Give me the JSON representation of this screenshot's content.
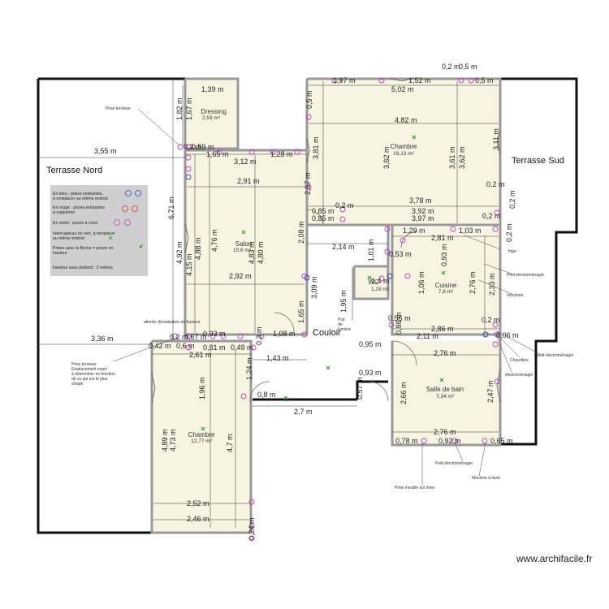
{
  "labels": {
    "terrasse_nord": "Terrasse Nord",
    "terrasse_sud": "Terrasse Sud",
    "couloir": "Couloir",
    "watermark": "www.archifacile.fr"
  },
  "rooms": {
    "dressing": {
      "name": "Dressing",
      "area": "2,59 m²"
    },
    "chambre1": {
      "name": "Chambre",
      "area": "19,13 m²"
    },
    "salon": {
      "name": "Salon",
      "area": "15,6 m²"
    },
    "wc": {
      "name": "WC",
      "area": "1,29 m²"
    },
    "cuisine": {
      "name": "Cuisine",
      "area": "7,8 m²"
    },
    "sdb": {
      "name": "Salle de bain",
      "area": "7,34 m²"
    },
    "chambre2": {
      "name": "Chambre",
      "area": "12,77 m²"
    }
  },
  "legend": {
    "bleu": [
      "En bleu : prises existantes,",
      "à remplacer au même endroit"
    ],
    "rouge": [
      "En rouge : prises existantes",
      "à supprimer"
    ],
    "violet": [
      "En violet : prises à créer"
    ],
    "vert": [
      "Interrupteurs en vert, à remplacer",
      "au même endroit"
    ],
    "fleche": [
      "Prises avec la flèche = prises en",
      "hauteur"
    ],
    "hauteur": [
      "Hauteur sous plafond : 3 mètres"
    ]
  },
  "notes": {
    "prise_terrasse_top": "Prise terrasse",
    "prise_terrasse_bottom": [
      "Prise terrasse",
      "Emplacement exact",
      "à déterminer en fonction",
      "de ce qui est le  plus",
      "simple"
    ],
    "attente_clim": "attente climatisation en hauteur",
    "puit": [
      "Puit",
      "de",
      "lumière"
    ],
    "frigo": "frigo",
    "petit_electro_1": "Petit électroménager",
    "induction": "Induction",
    "petit_electro_2": "petit électroménager",
    "chaudiere": "Chaudière",
    "electromenager": "électroménager",
    "petit_electro_3": "Petit électroménager",
    "prise_meuble": "Prise meuble sur évier",
    "machine": "Machine à laver"
  },
  "dimensions": {
    "d_139": "1,39 m",
    "d_182": "1,82 m",
    "d_167": "1,67 m",
    "d_059": "0,59 m",
    "d_165": "1,65 m",
    "d_128": "1,28 m",
    "d_355": "3,55 m",
    "d_312": "3,12 m",
    "d_291": "2,91 m",
    "d_671": "6,71 m",
    "d_492": "4,92 m",
    "d_476": "4,76 m",
    "d_415": "4,15 m",
    "d_488": "4,88 m",
    "d_483": "4,83 m",
    "d_480": "4,80 m",
    "d_292": "2,92 m",
    "d_208": "2,08 m",
    "d_309": "3,09 m",
    "d_165b": "1,65 m",
    "d_336": "3,36 m",
    "d_067": "0,67 m",
    "d_093": "0,93 m",
    "d_108": "1,08 m",
    "d_042": "0,42 m",
    "d_06": "0,6 m",
    "d_081": "0,81 m",
    "d_049": "0,49 m",
    "d_261": "2,61 m",
    "d_143": "1,43 m",
    "d_124": "1,24 m",
    "d_08": "0,8 m",
    "d_196": "1,96 m",
    "d_27": "2,7 m",
    "d_489": "4,89 m",
    "d_473": "4,73 m",
    "d_47": "4,7 m",
    "d_252": "2,52 m",
    "d_246": "2,46 m",
    "d_197": "1,97 m",
    "d_152": "1,52 m",
    "d_502": "5,02 m",
    "d_482": "4,82 m",
    "d_381": "3,81 m",
    "d_362": "3,62 m",
    "d_361": "3,61 m",
    "d_362b": "3,62 m",
    "d_311": "3,11 m",
    "d_378": "3,78 m",
    "d_392": "3,92 m",
    "d_397": "3,97 m",
    "d_085": "0,85 m",
    "d_085b": "0,85 m",
    "d_257": "2,57 m",
    "d_214": "2,14 m",
    "d_129": "1,29 m",
    "d_281": "2,81 m",
    "d_103": "1,03 m",
    "d_101": "1,01 m",
    "d_053": "0,53 m",
    "d_093b": "0,93 m",
    "d_106": "1,06 m",
    "d_14": "1,4 m",
    "d_195": "1,95 m",
    "d_276": "2,76 m",
    "d_233": "2,33 m",
    "d_286": "2,86 m",
    "d_211": "2,11 m",
    "d_056": "0,56 m",
    "d_088": "0,88 m",
    "d_095": "0,95 m",
    "d_093c": "0,93 m",
    "d_057": "0,57 m",
    "d_276b": "2,76 m",
    "d_266": "2,66 m",
    "d_247": "2,47 m",
    "d_276c": "2,76 m",
    "d_078": "0,78 m",
    "d_092": "0,92 m",
    "d_065": "0,65 m",
    "d_02": "0,2 m",
    "d_02b": "0,2 m",
    "d_02c": "0,2 m",
    "d_02d": "0,2 m",
    "d_02e": "0,2 m",
    "d_02f": "0,2 m",
    "d_02g": "0,2 m",
    "d_02h": "0,2 m",
    "d_05": "0,5 m",
    "d_05b": "0,5 m",
    "d_05c": "0,5 m",
    "d_06b": "0,06 m",
    "d_24": "0,24 m",
    "d_02i": "0,2 m",
    "d_03": "0,3 m"
  }
}
